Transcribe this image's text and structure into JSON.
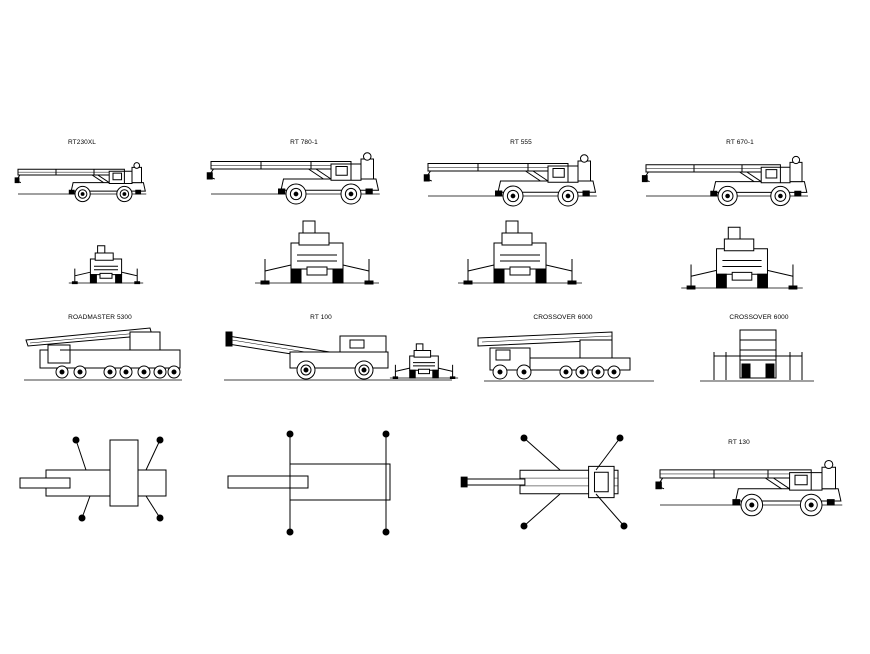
{
  "drawings": [
    {
      "id": "rt230xl",
      "label": "RT230XL"
    },
    {
      "id": "rt780",
      "label": "RT 780-1"
    },
    {
      "id": "rt555",
      "label": "RT 555"
    },
    {
      "id": "rt670",
      "label": "RT 670-1"
    },
    {
      "id": "roadmaster",
      "label": "ROADMASTER 5300"
    },
    {
      "id": "rt100",
      "label": "RT 100"
    },
    {
      "id": "crossover-side",
      "label": "CROSSOVER 6000"
    },
    {
      "id": "crossover-front",
      "label": "CROSSOVER 6000"
    },
    {
      "id": "rt130",
      "label": "RT 130"
    }
  ],
  "colors": {
    "line": "#000000",
    "background": "#ffffff"
  }
}
